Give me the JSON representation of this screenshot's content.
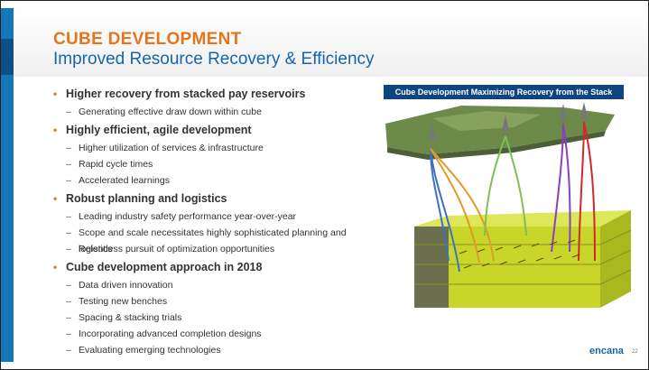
{
  "title": "CUBE DEVELOPMENT",
  "subtitle": "Improved Resource Recovery & Efficiency",
  "bullets": [
    {
      "text": "Higher recovery from stacked pay reservoirs",
      "sub": [
        "Generating effective draw down within cube"
      ]
    },
    {
      "text": "Highly efficient, agile development",
      "sub": [
        "Higher utilization of services & infrastructure",
        "Rapid cycle times",
        "Accelerated learnings"
      ]
    },
    {
      "text": "Robust planning and logistics",
      "sub": [
        "Leading industry safety performance year-over-year",
        "Scope and scale necessitates highly sophisticated planning and logistics",
        "Relentless pursuit of optimization opportunities"
      ]
    },
    {
      "text": "Cube development approach in 2018",
      "sub": [
        "Data driven innovation",
        "Testing new benches",
        "Spacing & stacking trials",
        "Incorporating advanced completion designs",
        "Evaluating emerging technologies"
      ]
    }
  ],
  "figure": {
    "caption": "Cube Development Maximizing Recovery from the  Stack"
  },
  "logo": "encana",
  "page_number": "22",
  "colors": {
    "accent_orange": "#e2761f",
    "brand_blue": "#1266ae",
    "caption_navy": "#0d4580"
  }
}
